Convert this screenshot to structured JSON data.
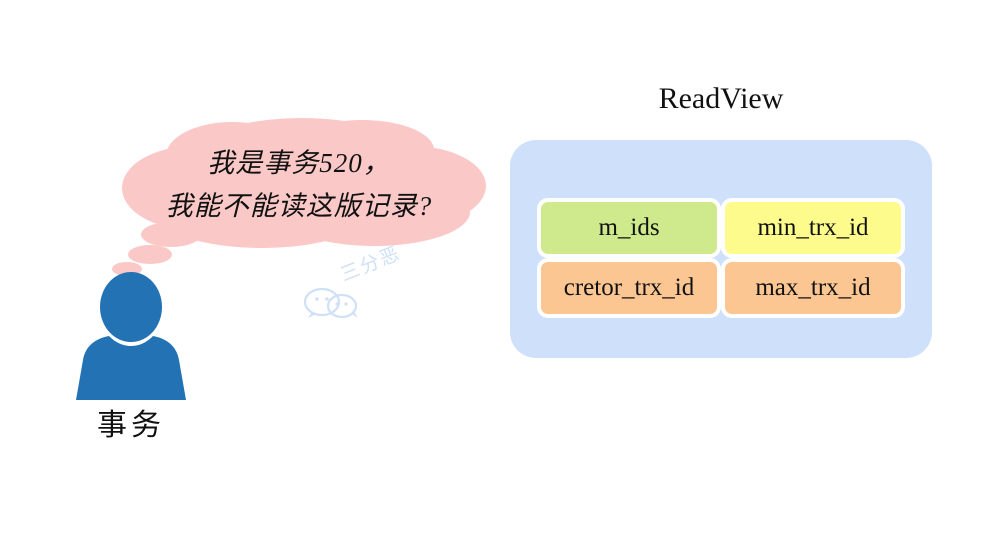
{
  "bubble": {
    "text": "我是事务520，\n我能不能读这版记录?",
    "fill_color": "#fbc8c8"
  },
  "person": {
    "label": "事务",
    "color": "#2272b4",
    "icon": "person-icon"
  },
  "watermark": {
    "text": "三分恶",
    "icon": "wechat-icon",
    "color": "#cfe0f7"
  },
  "readview": {
    "title": "ReadView",
    "panel_color": "#cfe0fb",
    "cells": [
      {
        "label": "m_ids",
        "color": "#cfe98d",
        "tone": "green"
      },
      {
        "label": "min_trx_id",
        "color": "#fdfb8c",
        "tone": "yellow"
      },
      {
        "label": "cretor_trx_id",
        "color": "#fcc692",
        "tone": "orange"
      },
      {
        "label": "max_trx_id",
        "color": "#fcc692",
        "tone": "orange"
      }
    ]
  }
}
